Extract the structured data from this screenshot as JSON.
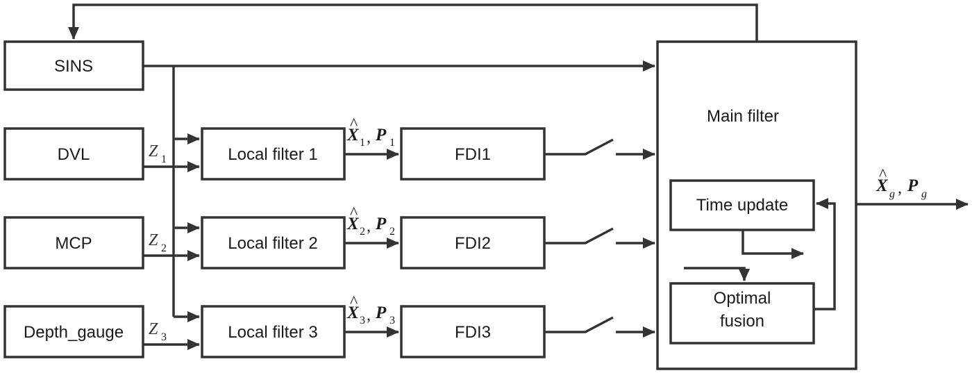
{
  "blocks": {
    "sins": "SINS",
    "dvl": "DVL",
    "mcp": "MCP",
    "depth_gauge": "Depth_gauge",
    "local_filter_1": "Local filter 1",
    "local_filter_2": "Local filter 2",
    "local_filter_3": "Local filter 3",
    "fdi1": "FDI1",
    "fdi2": "FDI2",
    "fdi3": "FDI3",
    "main_filter": "Main filter",
    "time_update": "Time update",
    "optimal_fusion_line1": "Optimal",
    "optimal_fusion_line2": "fusion"
  },
  "measurements": {
    "z1": {
      "symbol": "Z",
      "sub": "1"
    },
    "z2": {
      "symbol": "Z",
      "sub": "2"
    },
    "z3": {
      "symbol": "Z",
      "sub": "3"
    }
  },
  "estimates": {
    "e1": {
      "x": "X",
      "x_sub": "1",
      "p": "P",
      "p_sub": "1"
    },
    "e2": {
      "x": "X",
      "x_sub": "2",
      "p": "P",
      "p_sub": "2"
    },
    "e3": {
      "x": "X",
      "x_sub": "3",
      "p": "P",
      "p_sub": "3"
    }
  },
  "output": {
    "x": "X",
    "x_sub": "g",
    "p": "P",
    "p_sub": "g"
  },
  "colors": {
    "line": "#333333",
    "text": "#1a1a1a",
    "background": "#ffffff"
  }
}
